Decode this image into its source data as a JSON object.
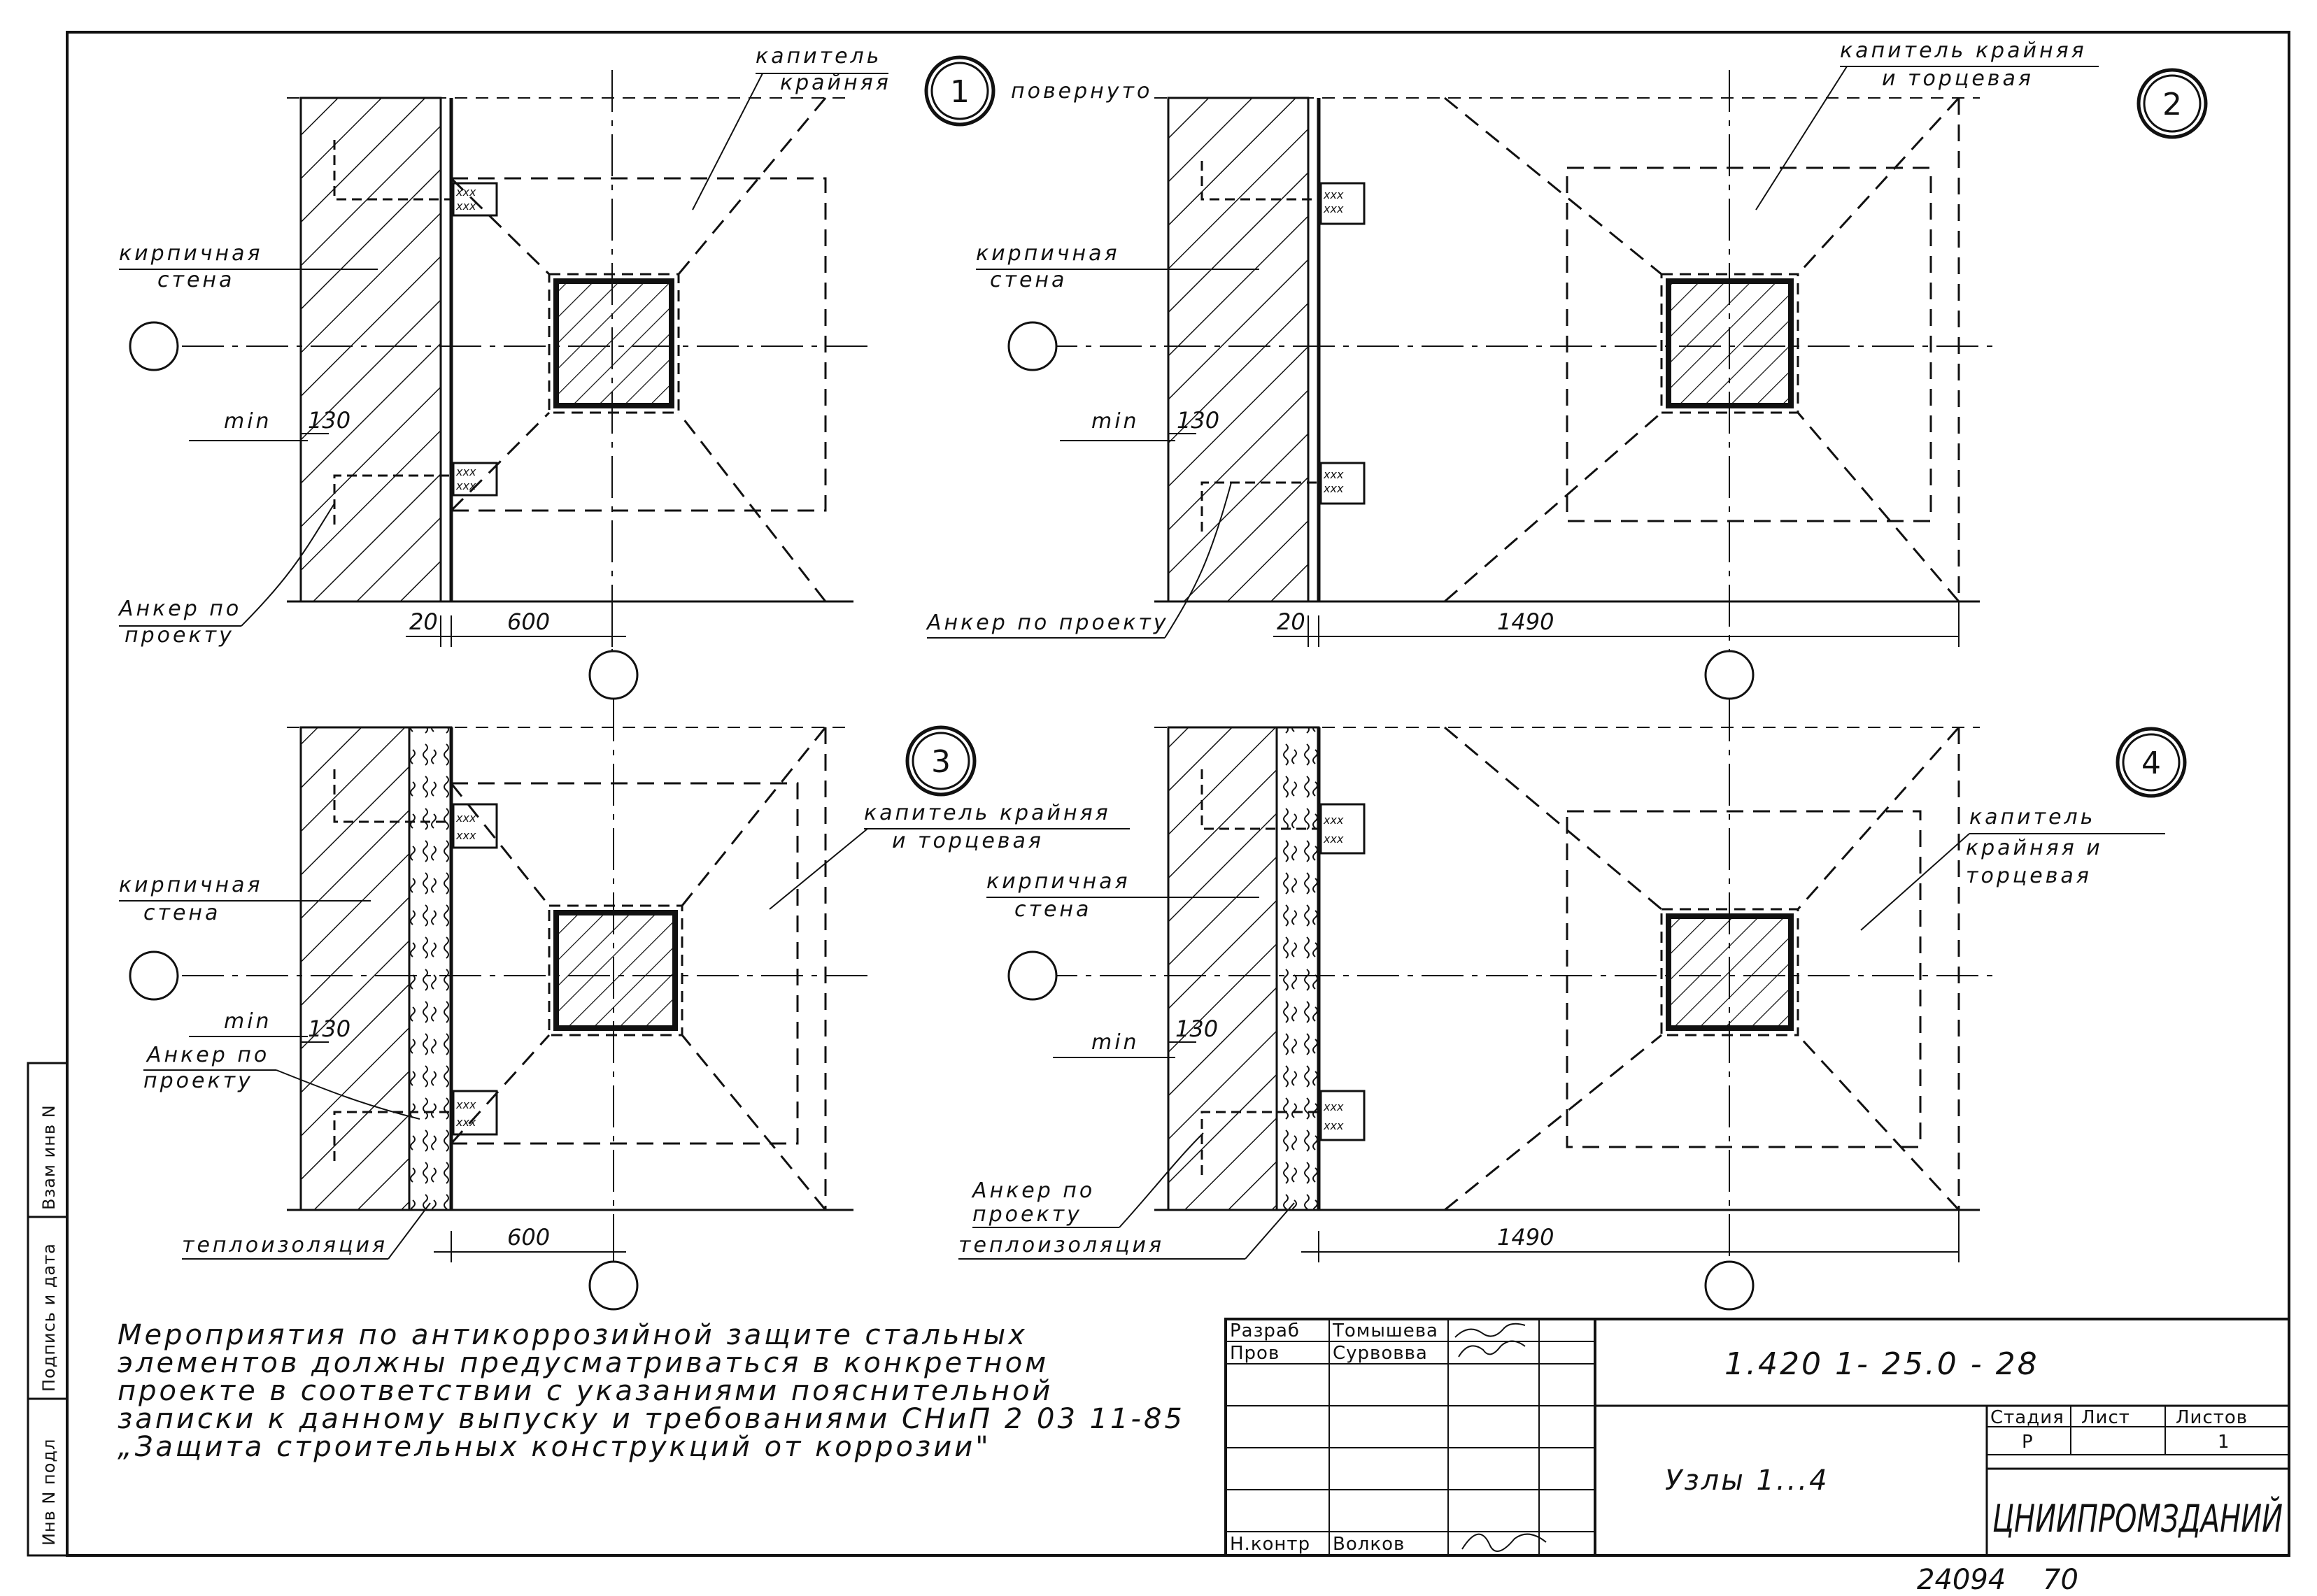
{
  "nodes": [
    {
      "number": "1",
      "capital_label": [
        "капитель",
        "крайняя"
      ],
      "extra_label": "повернуто",
      "wall_label": [
        "кирпичная",
        "стена"
      ],
      "min_label": "min",
      "min_value": "130",
      "anchor_label": [
        "Анкер по",
        "проекту"
      ],
      "dim_gap": "20",
      "dim_span": "600",
      "insulation_label": ""
    },
    {
      "number": "2",
      "capital_label": [
        "капитель крайняя",
        "и торцевая"
      ],
      "extra_label": "",
      "wall_label": [
        "кирпичная",
        "стена"
      ],
      "min_label": "min",
      "min_value": "130",
      "anchor_label": [
        "Анкер по проекту"
      ],
      "dim_gap": "20",
      "dim_span": "1490",
      "insulation_label": ""
    },
    {
      "number": "3",
      "capital_label": [
        "капитель крайняя",
        "и торцевая"
      ],
      "extra_label": "",
      "wall_label": [
        "кирпичная",
        "стена"
      ],
      "min_label": "min",
      "min_value": "130",
      "anchor_label": [
        "Анкер по",
        "проекту"
      ],
      "dim_gap": "",
      "dim_span": "600",
      "insulation_label": "теплоизоляция"
    },
    {
      "number": "4",
      "capital_label": [
        "капитель",
        "крайняя и",
        "торцевая"
      ],
      "extra_label": "",
      "wall_label": [
        "кирпичная",
        "стена"
      ],
      "min_label": "min",
      "min_value": "130",
      "anchor_label": [
        "Анкер по",
        "проекту"
      ],
      "dim_gap": "",
      "dim_span": "1490",
      "insulation_label": "теплоизоляция"
    }
  ],
  "note": [
    "Мероприятия  по антикоррозийной защите стальных",
    "элементов  должны  предусматриваться в конкретном",
    "проекте в соответствии с указаниями пояснительной",
    "записки к данному выпуску и требованиями СНиП 2 03 11-85",
    "„Защита строительных  конструкций от коррозии\""
  ],
  "title_block": {
    "roles": [
      "Разраб",
      "Пров",
      "",
      "",
      "",
      "",
      "Н.контр"
    ],
    "names": [
      "Томышева",
      "Сурвовва",
      "",
      "",
      "",
      "",
      "Волков"
    ],
    "code": "1.420 1- 25.0 - 28",
    "title": "Узлы 1...4",
    "stage_header": "Стадия",
    "sheet_header": "Лист",
    "sheets_header": "Листов",
    "stage": "Р",
    "sheet": "",
    "sheets": "1",
    "org": "ЦНИИПРОМЗДАНИЙ"
  },
  "side_stamps": [
    "Инв N подл",
    "Подпись и дата",
    "Взам инв N"
  ],
  "footer": {
    "archive_no": "24094",
    "page": "70"
  }
}
